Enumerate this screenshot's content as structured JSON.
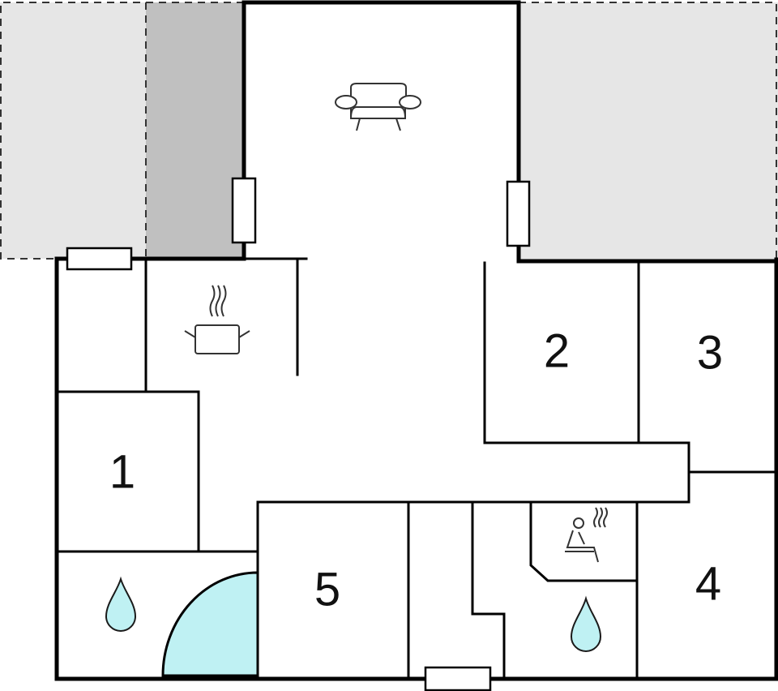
{
  "colors": {
    "background": "#ffffff",
    "wall": "#000000",
    "terrace": "#e6e6e6",
    "covered_terrace": "#c0c0c0",
    "water": "#bff1f3"
  },
  "rooms": [
    {
      "id": "1",
      "label": "1"
    },
    {
      "id": "2",
      "label": "2"
    },
    {
      "id": "3",
      "label": "3"
    },
    {
      "id": "4",
      "label": "4"
    },
    {
      "id": "5",
      "label": "5"
    }
  ],
  "icons": {
    "living": "sofa-icon",
    "kitchen": "cooking-pot-icon",
    "sauna": "sauna-icon",
    "bathroom_left": "water-drop-icon",
    "bathroom_right": "water-drop-icon",
    "shower": "shower-quarter-circle"
  }
}
